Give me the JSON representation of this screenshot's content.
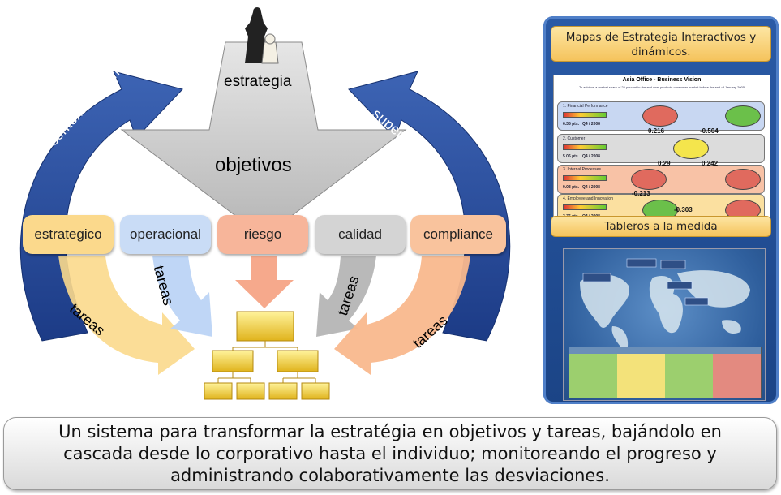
{
  "diagram": {
    "top_label": "estrategia",
    "center_label": "objetivos",
    "left_arc_label": "contexto desempeño",
    "right_arc_label": "supervisar",
    "boxes": [
      {
        "label": "estrategico",
        "color": "#fbd98c"
      },
      {
        "label": "operacional",
        "color": "#c9dcf6"
      },
      {
        "label": "riesgo",
        "color": "#f7b59a"
      },
      {
        "label": "calidad",
        "color": "#d4d4d4"
      },
      {
        "label": "compliance",
        "color": "#f9c39d"
      }
    ],
    "task_label": "tareas"
  },
  "panel": {
    "banner1": "Mapas de Estrategia Interactivos y dinámicos.",
    "banner2": "Tableros a la medida",
    "map": {
      "title": "Asia Office - Business Vision",
      "subtitle": "To achieve a market share of 25 percent in the and user products consumer market before the end of January 2005",
      "rows": [
        {
          "title": "1. Financial Performance",
          "value": "6.35 pts.",
          "period": "Q4 / 2008",
          "color": "#c8d7f2"
        },
        {
          "title": "2. Customer",
          "value": "5.06 pts.",
          "period": "Q4 / 2008",
          "color": "#dcdcdc"
        },
        {
          "title": "3. Internal Processes",
          "value": "9.03 pts.",
          "period": "Q4 / 2008",
          "color": "#f8c2a6"
        },
        {
          "title": "4. Employee and Innovation",
          "value": "3.76 pts.",
          "period": "Q4 / 2008",
          "color": "#fbe0a0"
        }
      ],
      "coefficients": [
        "0.216",
        "-0.504",
        "0.29",
        "0.242",
        "-0.213",
        "-0.303"
      ]
    }
  },
  "footer": "Un sistema para transformar la estratégia en objetivos y tareas, bajándolo en cascada desde lo corporativo hasta el individuo; monitoreando el progreso y administrando colaborativamente las desviaciones."
}
